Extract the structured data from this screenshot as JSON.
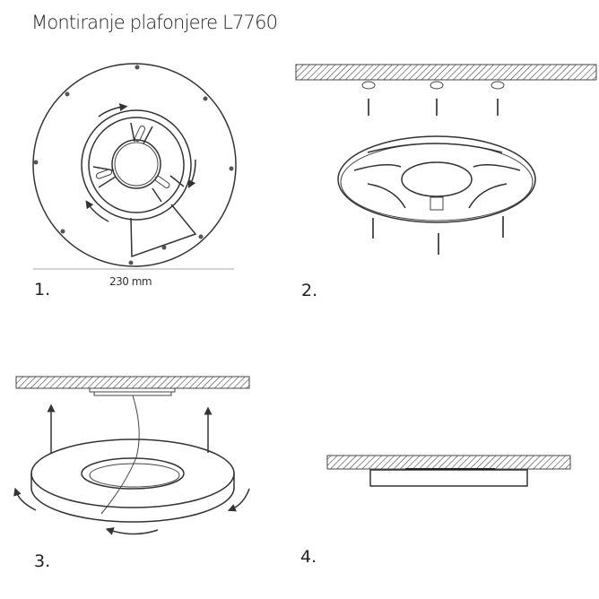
{
  "title": "Montiranje plafonjere L7760",
  "steps": [
    {
      "label": "1.",
      "dimension": "230 mm"
    },
    {
      "label": "2."
    },
    {
      "label": "3."
    },
    {
      "label": "4."
    }
  ],
  "colors": {
    "line": "#333333",
    "background": "#ffffff"
  }
}
